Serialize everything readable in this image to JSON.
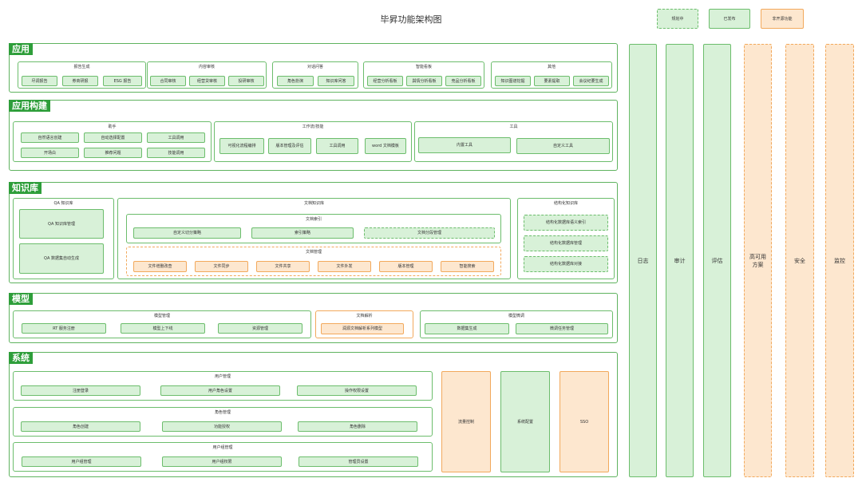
{
  "title": "毕昇功能架构图",
  "legend": {
    "planned": "规划中",
    "released": "已发布",
    "non_oss": "非开源功能"
  },
  "app": {
    "label": "应用",
    "groups": [
      {
        "title": "报告生成",
        "items": [
          "尽调报告",
          "券商研报",
          "ESG 报告"
        ]
      },
      {
        "title": "内容审核",
        "items": [
          "合同审核",
          "经营贷审核",
          "投研审核"
        ]
      },
      {
        "title": "对话问答",
        "items": [
          "角色扮演",
          "知识库问答"
        ]
      },
      {
        "title": "智能看板",
        "items": [
          "经营分析看板",
          "舆情分析看板",
          "竞品分析看板"
        ]
      },
      {
        "title": "其他",
        "items": [
          "知识图谱挖掘",
          "要素提取",
          "会议纪要生成"
        ]
      }
    ]
  },
  "build": {
    "label": "应用构建",
    "assistant": {
      "title": "助手",
      "items": [
        "自然语言创建",
        "自动选择配置",
        "工具调用",
        "开场白",
        "推荐问题",
        "技能调用"
      ]
    },
    "workflow": {
      "title": "工作流/技能",
      "items": [
        "可视化流程编排",
        "版本管理及评估",
        "工具调用",
        "word 文档模板"
      ]
    },
    "tools": {
      "title": "工具",
      "items": [
        "内置工具",
        "自定义工具"
      ]
    }
  },
  "kb": {
    "label": "知识库",
    "qa": {
      "title": "QA 知识库",
      "items": [
        "QA 知识库管理",
        "QA 数据集自动生成"
      ]
    },
    "doc": {
      "title": "文档知识库",
      "index": {
        "title": "文档索引",
        "items": [
          "自定义切分策略",
          "索引策略",
          "文档分段管理"
        ]
      },
      "manage": {
        "title": "文档管理",
        "items": [
          "文件增删改查",
          "文件同步",
          "文件共享",
          "文件外发",
          "版本管理",
          "智能搜索"
        ]
      }
    },
    "struct": {
      "title": "结构化知识库",
      "items": [
        "结构化数据库语义索引",
        "结构化数据库管理",
        "结构化数据库对接"
      ]
    }
  },
  "model": {
    "label": "模型",
    "mgmt": {
      "title": "模型管理",
      "items": [
        "RT 服务注册",
        "模型上下线",
        "资源管理"
      ]
    },
    "parse": {
      "title": "文档解析",
      "items": [
        "润源文档解析系列模型"
      ]
    },
    "tune": {
      "title": "模型微调",
      "items": [
        "数据集生成",
        "微调任务管理"
      ]
    }
  },
  "system": {
    "label": "系统",
    "users": {
      "title": "用户管理",
      "items": [
        "注册登录",
        "用户角色设置",
        "操作权限设置"
      ]
    },
    "roles": {
      "title": "角色管理",
      "items": [
        "角色创建",
        "功能授权",
        "角色删除"
      ]
    },
    "groups": {
      "title": "用户组管理",
      "items": [
        "用户组管理",
        "用户组权限",
        "管理员设置"
      ]
    },
    "side": [
      "流量控制",
      "系统配置",
      "SSO"
    ]
  },
  "columns": [
    "日志",
    "审计",
    "评估",
    "高可用\n方案",
    "安全",
    "监控"
  ]
}
